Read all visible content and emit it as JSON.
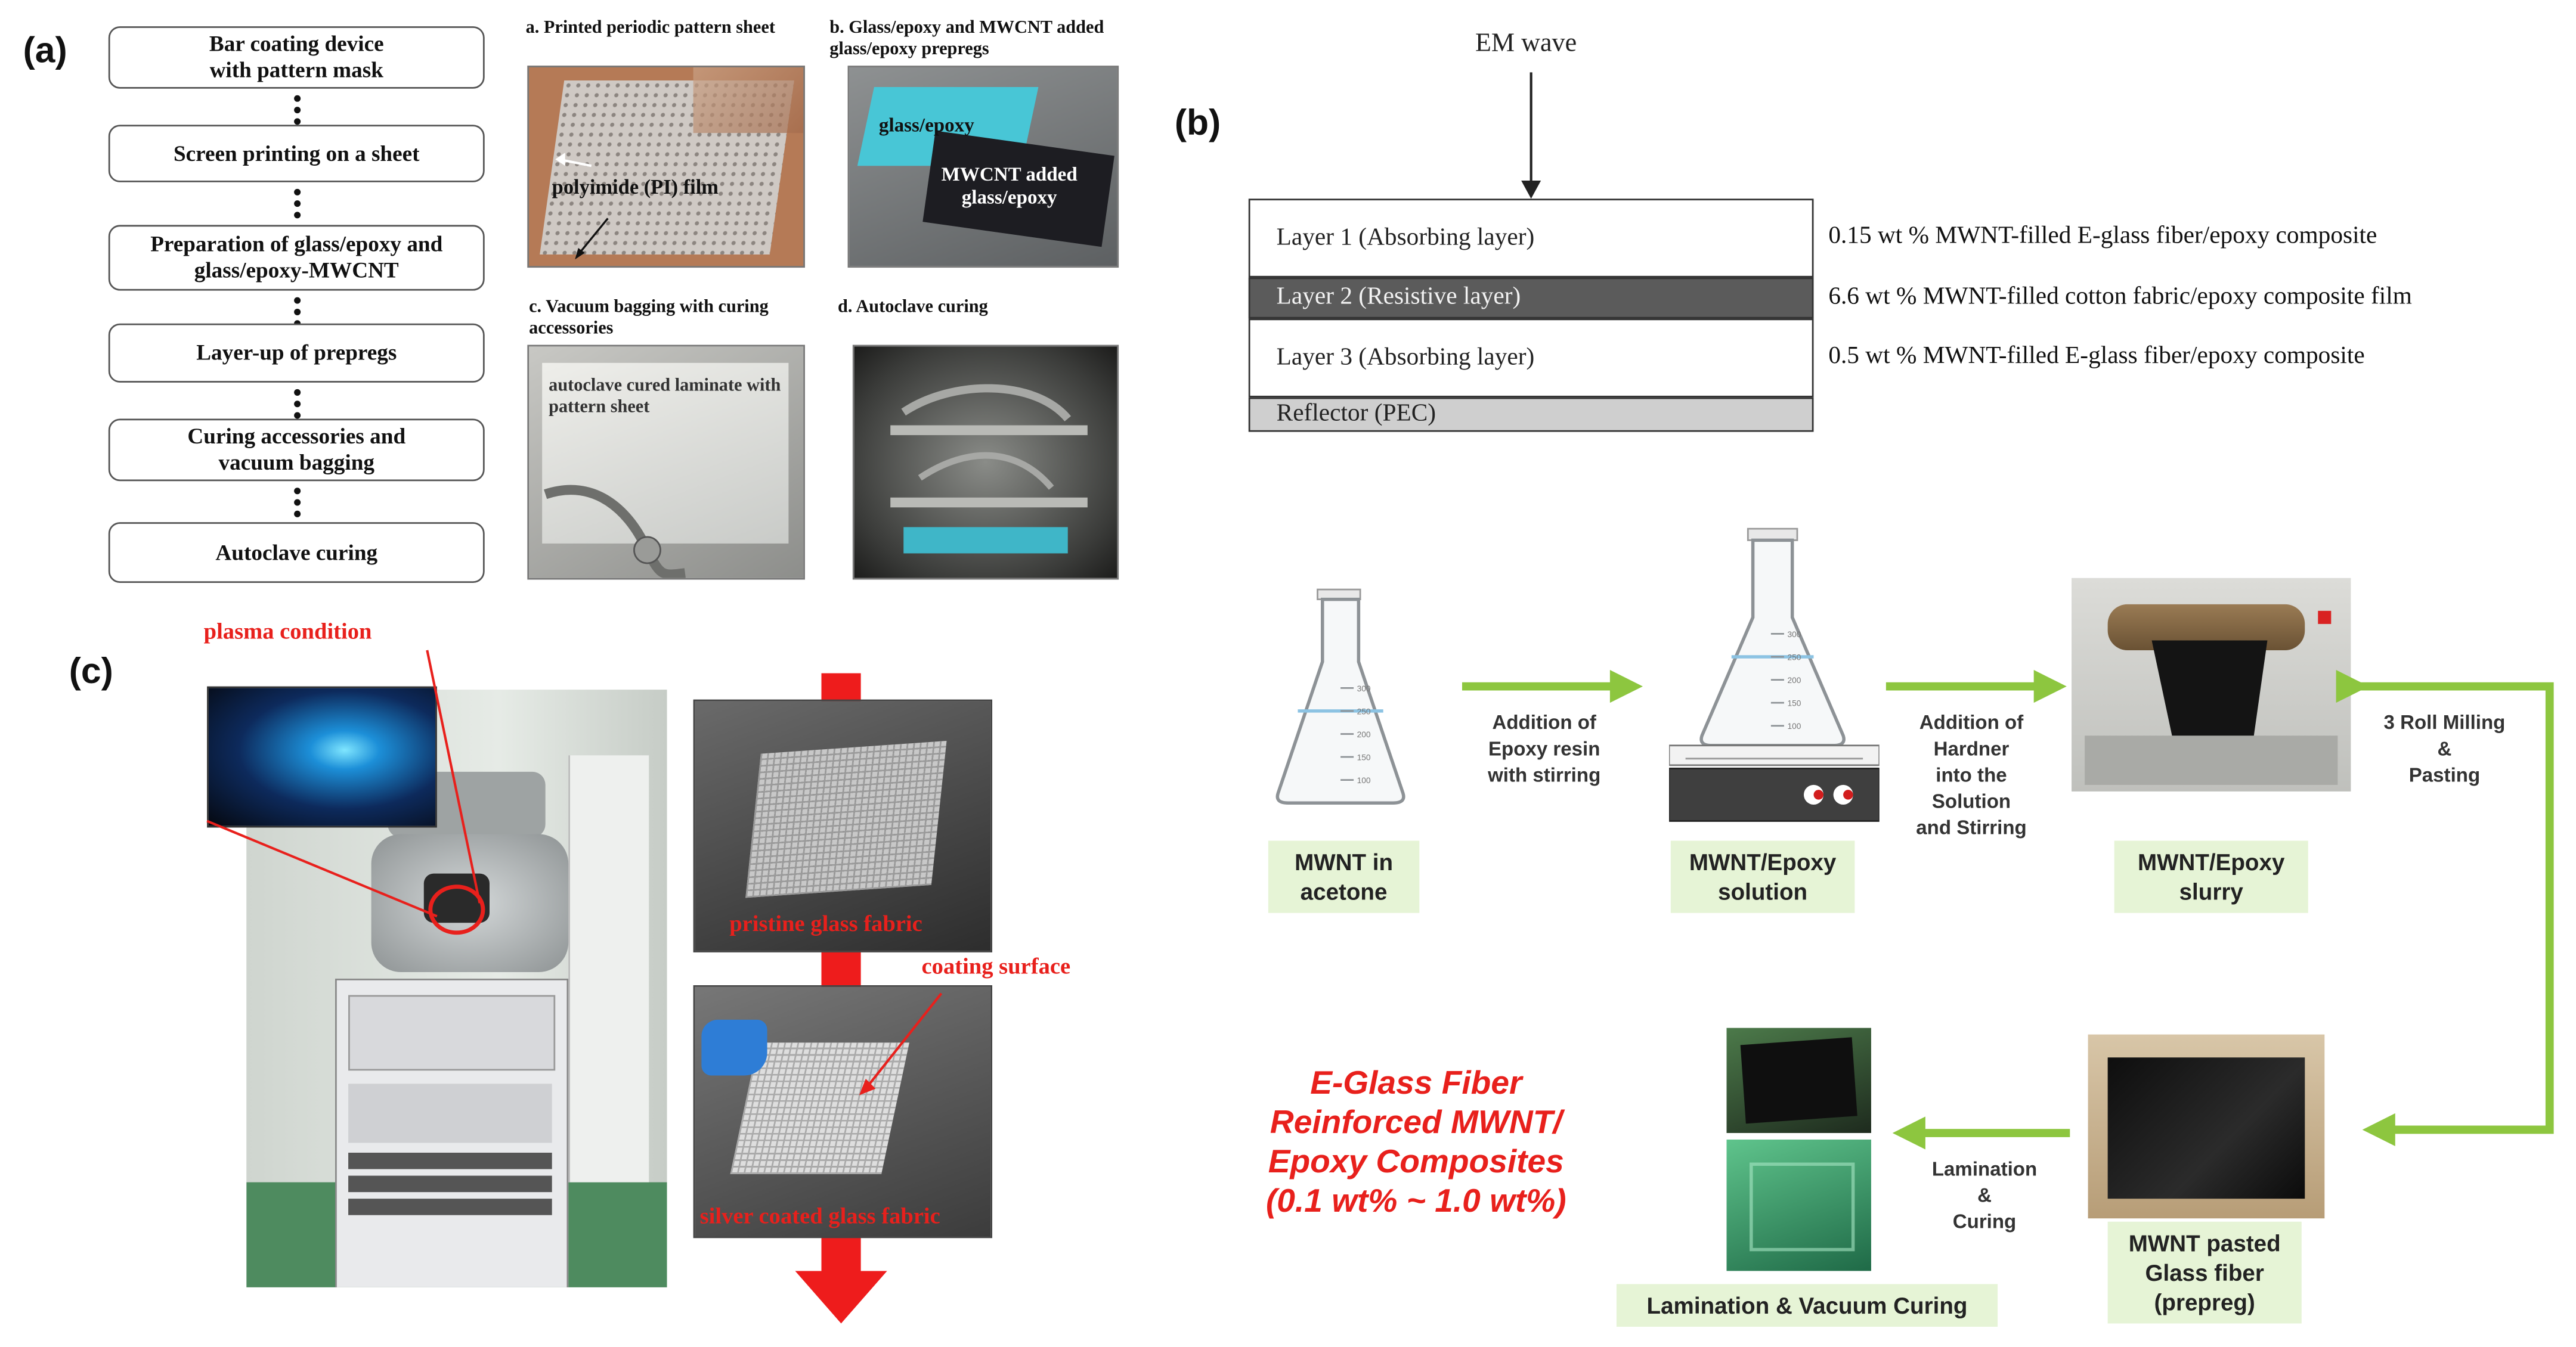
{
  "panel_labels": {
    "a": "(a)",
    "b": "(b)",
    "c": "(c)"
  },
  "flow_a": {
    "steps": [
      "Bar coating device\nwith pattern mask",
      "Screen printing on a sheet",
      "Preparation of glass/epoxy and\nglass/epoxy-MWCNT",
      "Layer-up of prepregs",
      "Curing accessories and\nvacuum bagging",
      "Autoclave curing"
    ]
  },
  "photos_a": {
    "a_caption": "a. Printed periodic pattern sheet",
    "b_caption": "b. Glass/epoxy and MWCNT added\nglass/epoxy prepregs",
    "c_caption": "c. Vacuum bagging with curing\naccessories",
    "d_caption": "d. Autoclave curing",
    "a_label": "polyimide (PI) film",
    "b_label1": "glass/epoxy",
    "b_label2": "MWCNT added\nglass/epoxy",
    "c_label": "autoclave cured laminate with\npattern sheet"
  },
  "layers_b": {
    "em_wave": "EM wave",
    "layers": [
      {
        "name": "Layer 1 (Absorbing layer)",
        "desc": "0.15 wt % MWNT-filled E-glass fiber/epoxy composite"
      },
      {
        "name": "Layer 2 (Resistive layer)",
        "desc": "6.6 wt % MWNT-filled cotton fabric/epoxy composite film"
      },
      {
        "name": "Layer 3 (Absorbing layer)",
        "desc": "0.5 wt % MWNT-filled E-glass fiber/epoxy composite"
      },
      {
        "name": "Reflector (PEC)",
        "desc": ""
      }
    ]
  },
  "process_b": {
    "steps": [
      "MWNT in\nacetone",
      "MWNT/Epoxy\nsolution",
      "MWNT/Epoxy\nslurry",
      "MWNT pasted\nGlass fiber\n(prepreg)",
      "Lamination & Vacuum Curing"
    ],
    "arrows": [
      "Addition of\nEpoxy resin\nwith stirring",
      "Addition of\nHardner\ninto the\nSolution\nand Stirring",
      "3 Roll Milling\n&\nPasting",
      "Lamination\n&\nCuring"
    ],
    "flask_ticks": [
      "300",
      "250",
      "200",
      "150",
      "100"
    ],
    "product": "E-Glass Fiber\nReinforced MWNT/\nEpoxy Composites\n(0.1 wt% ~ 1.0 wt%)"
  },
  "panel_c": {
    "plasma": "plasma condition",
    "pristine": "pristine glass fabric",
    "coating": "coating surface",
    "silver": "silver coated glass fabric"
  },
  "colors": {
    "accent_green": "#8dc63f",
    "label_bg": "#e6f4d6",
    "red": "#e8201c",
    "cyan": "#3cc8dc"
  }
}
